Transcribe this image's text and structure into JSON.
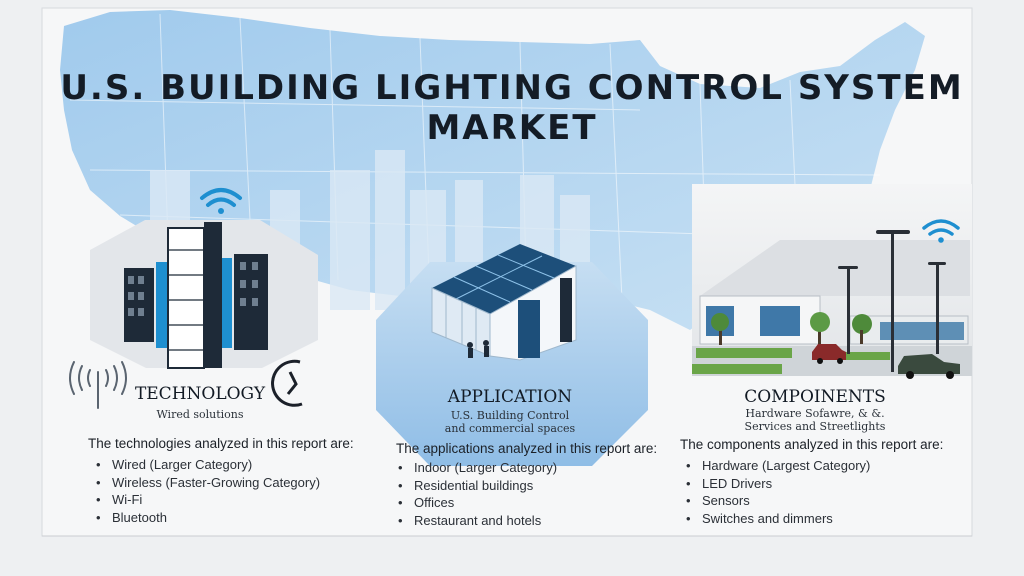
{
  "title": "U.S. BUILDING LIGHTING  CONTROL SYSTEM MARKET",
  "technology": {
    "heading": "TECHNOLOGY",
    "subheading": "Wired solutions",
    "intro": "The technologies analyzed in this report are:",
    "items": [
      "Wired (Larger Category)",
      "Wireless (Faster-Growing Category)",
      "Wi-Fi",
      "Bluetooth"
    ]
  },
  "application": {
    "heading": "APPLICATION",
    "subheading_line1": "U.S. Building Control",
    "subheading_line2": "and commercial spaces",
    "intro": "The applications analyzed in this report are:",
    "items": [
      "Indoor (Larger Category)",
      "Residential buildings",
      "Offices",
      "Restaurant and hotels"
    ]
  },
  "components": {
    "heading": "COMPOINENTS",
    "subheading_line1": "Hardware Sofawre, & &.",
    "subheading_line2": "Services and Streetlights",
    "intro": "The components analyzed in this report are:",
    "items": [
      "Hardware (Largest Category)",
      "LED Drivers",
      "Sensors",
      "Switches and dimmers"
    ]
  },
  "colors": {
    "map": "#a9cfee",
    "accent": "#1e8fd0",
    "building_dark": "#1e2a38",
    "panel": "#1d4f7a"
  },
  "icons": [
    "wifi-icon",
    "office-tower-icon",
    "signal-waves-icon",
    "dimmer-dial-icon",
    "solar-building-icon",
    "streetlight-icon",
    "car-icon",
    "tree-icon"
  ]
}
